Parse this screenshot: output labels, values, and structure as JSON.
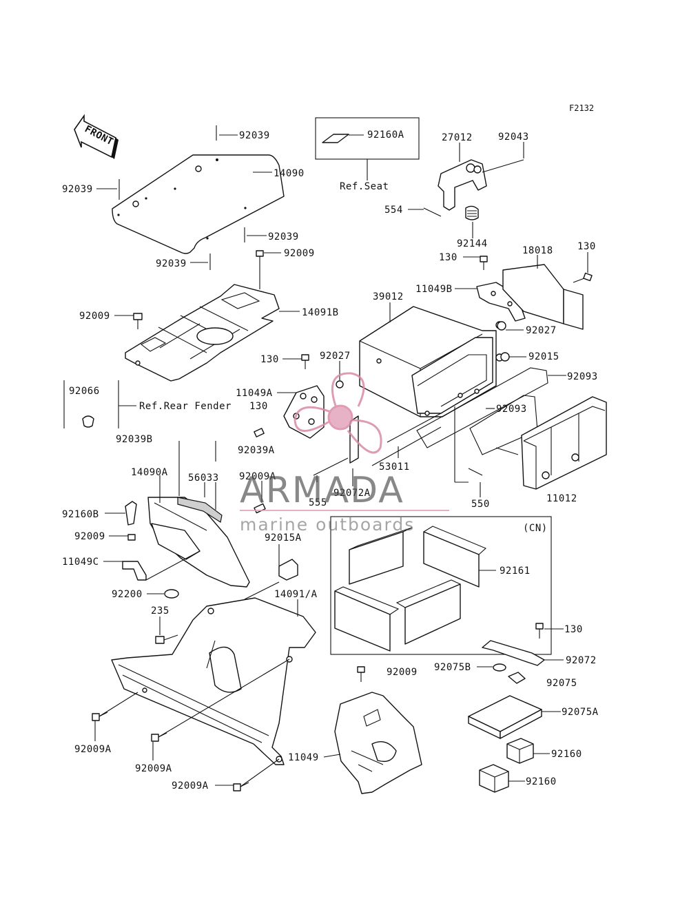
{
  "diagram_code": "F2132",
  "front_arrow_label": "FRONT",
  "ref_seat": "Ref.Seat",
  "ref_rear_fender": "Ref.Rear Fender",
  "cn_label": "(CN)",
  "watermark": {
    "brand": "ARMADA",
    "tagline": "marine outboards",
    "logo_color": "#d98aa5",
    "line_color": "#e2a0b8"
  },
  "labels": {
    "l92039_top": "92039",
    "l92160A": "92160A",
    "l27012": "27012",
    "l92043": "92043",
    "l14090": "14090",
    "l92039_left": "92039",
    "l554": "554",
    "l92039_mid": "92039",
    "l92039_bot": "92039",
    "l92009_top": "92009",
    "l92144": "92144",
    "l18018": "18018",
    "l130_tr": "130",
    "l130_mid": "130",
    "l11049B": "11049B",
    "l14091B": "14091B",
    "l39012": "39012",
    "l92009_left": "92009",
    "l92027_r": "92027",
    "l130_l": "130",
    "l92027_l": "92027",
    "l92015": "92015",
    "l92093_a": "92093",
    "l92066": "92066",
    "l11049A": "11049A",
    "l130_ref": "130",
    "l92093_b": "92093",
    "l92039B": "92039B",
    "l92039A": "92039A",
    "l14090A": "14090A",
    "l56033": "56033",
    "l92009A_a": "92009A",
    "l53011": "53011",
    "l11012": "11012",
    "l555": "555",
    "l92072A": "92072A",
    "l550": "550",
    "l92160B": "92160B",
    "l92009_b": "92009",
    "l92015A": "92015A",
    "l92161": "92161",
    "l11049C": "11049C",
    "l92200": "92200",
    "l14091A": "14091/A",
    "l235": "235",
    "l130_br": "130",
    "l92009_c": "92009",
    "l92075B": "92075B",
    "l92072": "92072",
    "l92075": "92075",
    "l92075A": "92075A",
    "l92009A_b": "92009A",
    "l92009A_c": "92009A",
    "l11049": "11049",
    "l92009A_d": "92009A",
    "l92160_a": "92160",
    "l92160_b": "92160"
  }
}
